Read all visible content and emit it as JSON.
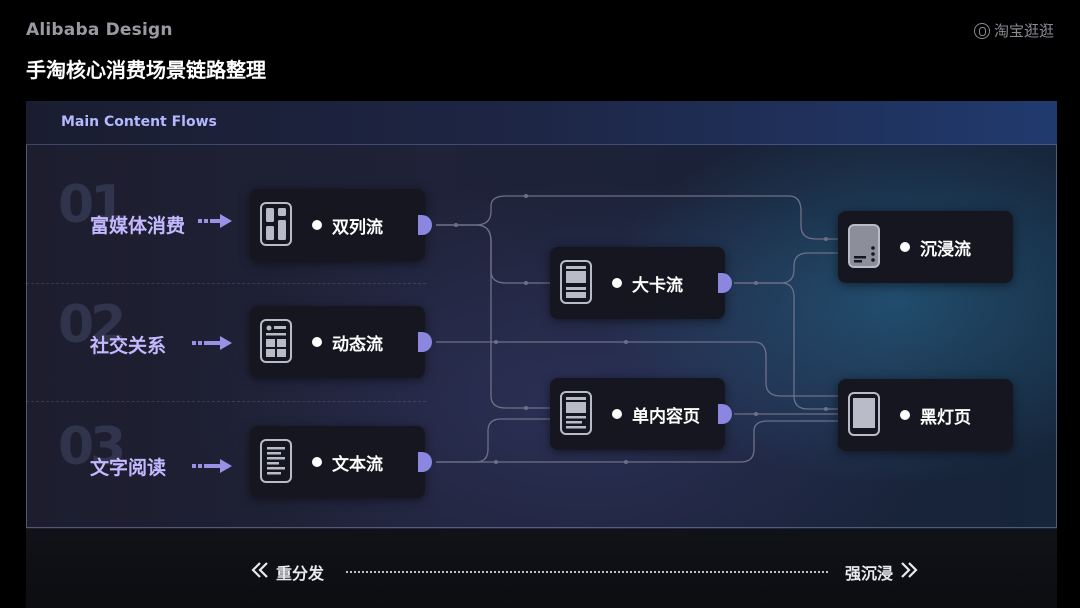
{
  "header": {
    "brand": "Alibaba Design",
    "title": "手淘核心消费场景链路整理",
    "logo_text": "淘宝逛逛",
    "logo_icon": "taobao-guangguang-logo"
  },
  "panel": {
    "label": "Main Content Flows",
    "rows": [
      {
        "number": "01",
        "category": "富媒体消费"
      },
      {
        "number": "02",
        "category": "社交关系"
      },
      {
        "number": "03",
        "category": "文字阅读"
      }
    ]
  },
  "nodes": {
    "shuanglie": {
      "label": "双列流",
      "icon": "grid-layout-icon"
    },
    "dongtai": {
      "label": "动态流",
      "icon": "feed-layout-icon"
    },
    "wenben": {
      "label": "文本流",
      "icon": "text-layout-icon"
    },
    "daka": {
      "label": "大卡流",
      "icon": "big-card-icon"
    },
    "danneirong": {
      "label": "单内容页",
      "icon": "single-content-icon"
    },
    "chenjin": {
      "label": "沉浸流",
      "icon": "immersive-icon"
    },
    "heideng": {
      "label": "黑灯页",
      "icon": "dark-page-icon"
    }
  },
  "footer": {
    "left_label": "重分发",
    "right_label": "强沉浸",
    "left_icon": "double-chevron-left-icon",
    "right_icon": "double-chevron-right-icon"
  },
  "colors": {
    "accent_purple": "#8b86e0",
    "category_text": "#c4b8ff",
    "panel_label": "#b4b8ff"
  }
}
